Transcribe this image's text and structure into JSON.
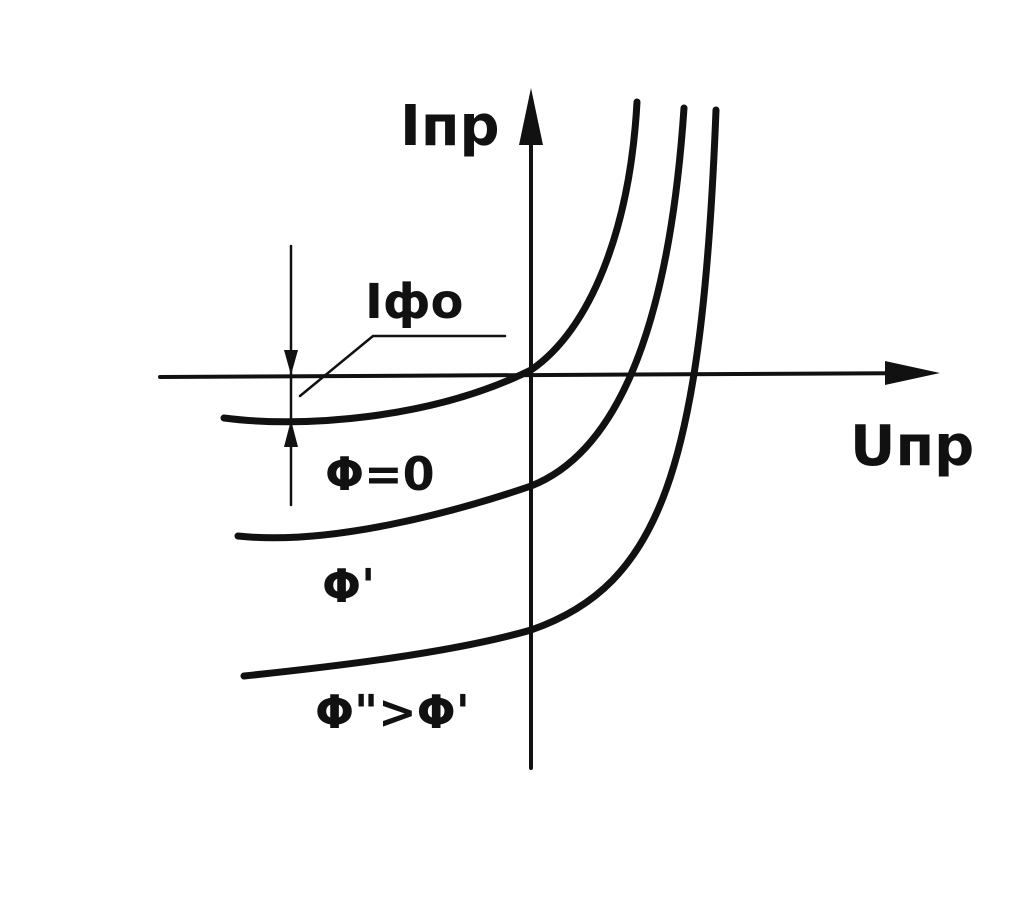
{
  "diagram": {
    "axes": {
      "y_label": "Iпр",
      "x_label": "Uпр"
    },
    "annotations": {
      "dark_current": "Iфо"
    },
    "curves": [
      {
        "label": "Φ=0"
      },
      {
        "label": "Φ'"
      },
      {
        "label": "Φ\">Φ'"
      }
    ],
    "colors": {
      "ink": "#111111",
      "background": "#ffffff"
    }
  }
}
